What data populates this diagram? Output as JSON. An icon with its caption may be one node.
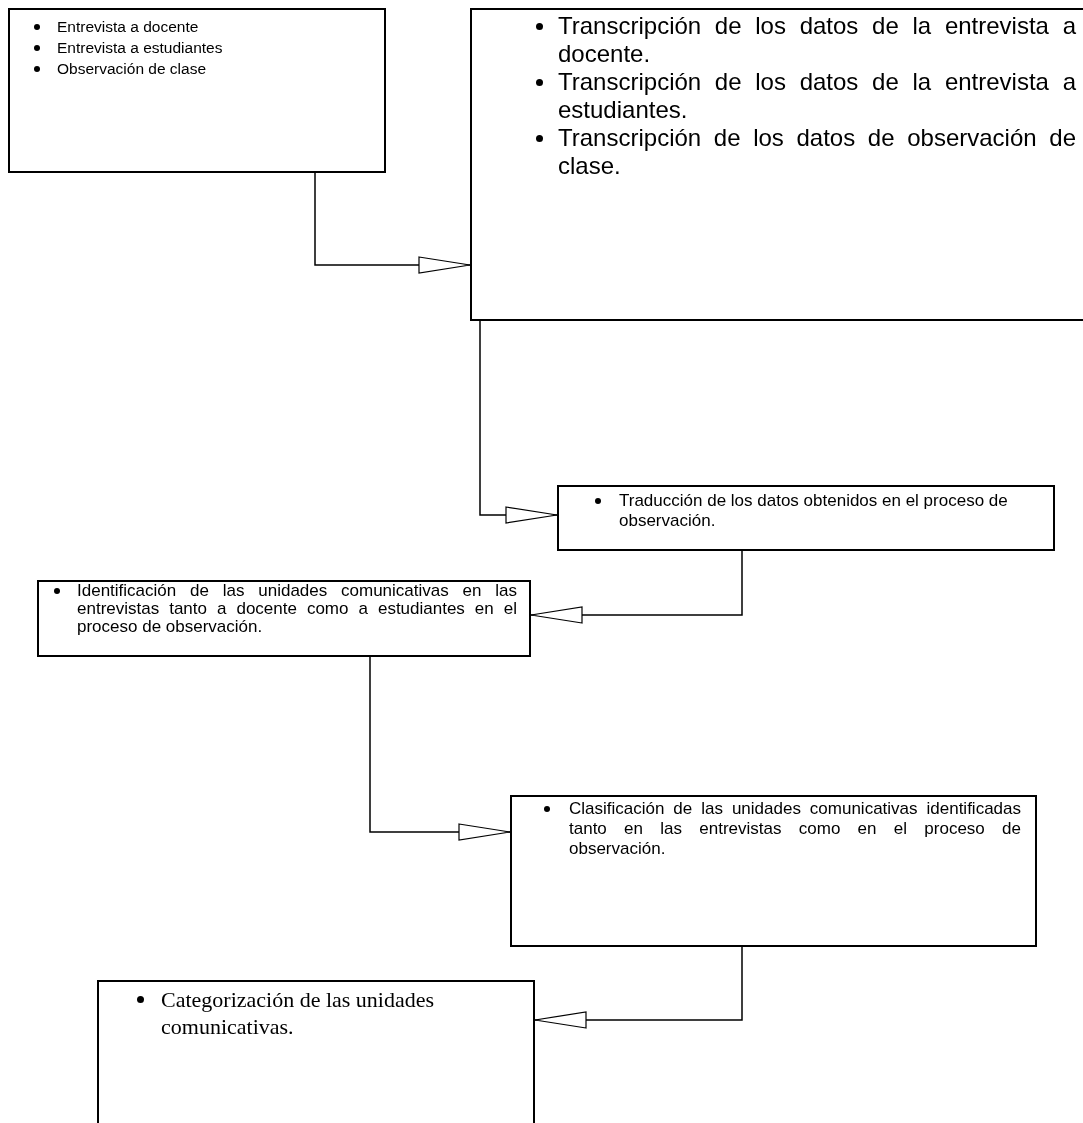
{
  "diagram": {
    "nodes": [
      {
        "text": [
          "Entrevista a docente",
          "Entrevista a estudiantes",
          "Observación de clase"
        ]
      },
      {
        "text": [
          "Transcripción de los datos de la entrevista a docente.",
          "Transcripción de los datos de la entrevista a estudiantes.",
          "Transcripción de los datos de observación de clase."
        ]
      },
      {
        "text": [
          "Traducción de los datos obtenidos en el proceso de observación."
        ]
      },
      {
        "text": [
          "Identificación de las unidades comunicativas en las entrevistas tanto a docente como a estudiantes en el proceso de observación."
        ]
      },
      {
        "text": [
          "Clasificación de las unidades comunicativas identificadas tanto en las entrevistas como en el proceso de observación."
        ]
      },
      {
        "text": [
          "Categorización de las unidades comunicativas."
        ]
      }
    ],
    "edges": [
      {
        "from": 0,
        "to": 1,
        "arrow": "to"
      },
      {
        "from": 1,
        "to": 2,
        "arrow": "to"
      },
      {
        "from": 2,
        "to": 3,
        "arrow": "to"
      },
      {
        "from": 3,
        "to": 4,
        "arrow": "to"
      },
      {
        "from": 4,
        "to": 5,
        "arrow": "to"
      }
    ]
  }
}
